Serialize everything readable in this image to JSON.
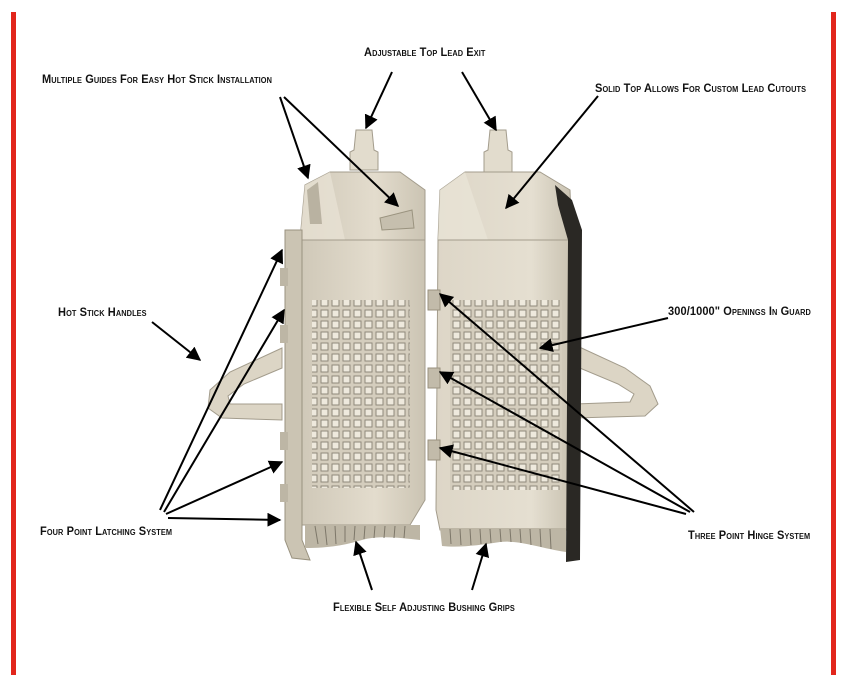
{
  "colors": {
    "edge_bar": "#e2261c",
    "guard_body": "#d8d1c1",
    "guard_light": "#e6e0d2",
    "guard_shadow": "#a39c8c",
    "grid_line": "#8f897c",
    "arrow": "#000000"
  },
  "labels": {
    "top_lead": "Adjustable Top Lead Exit",
    "guides": "Multiple Guides For Easy Hot Stick Installation",
    "solid_top": "Solid Top Allows For Custom Lead Cutouts",
    "handles": "Hot Stick Handles",
    "openings": "300/1000\" Openings In Guard",
    "latching": "Four Point Latching System",
    "hinge": "Three Point Hinge System",
    "grips": "Flexible Self Adjusting Bushing Grips"
  }
}
